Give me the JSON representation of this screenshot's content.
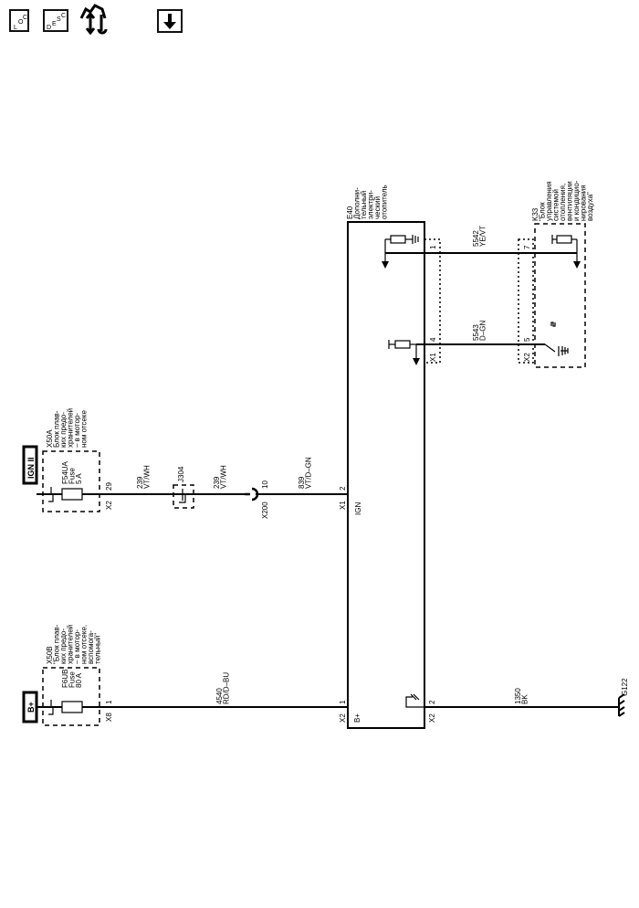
{
  "toolbar": {
    "loc_button": {
      "icon": "loc-icon",
      "letters": [
        "L",
        "O",
        "C"
      ]
    },
    "desc_button": {
      "icon": "desc-icon",
      "letters": [
        "D",
        "E",
        "S",
        "C"
      ]
    },
    "map_button": {
      "icon": "map-tool-icon"
    },
    "download_button": {
      "icon": "down-arrow-icon"
    }
  },
  "diagram": {
    "power_bplus": "B+",
    "power_ign2": "IGN II",
    "x50b": {
      "lines": [
        "X50B",
        "\"Блок плав-",
        "ких предо-",
        "хранителей",
        "– в мотор-",
        "ном отсеке,",
        "вспомога-",
        "тельный\""
      ]
    },
    "x50a": {
      "lines": [
        "X50A",
        "Блок плав-",
        "ких предо-",
        "хранителей",
        "– в мотор-",
        "ном отсеке"
      ]
    },
    "f6ub": {
      "lines": [
        "F6UB",
        "Fuse",
        "80 A"
      ]
    },
    "f54ua": {
      "lines": [
        "F54UA",
        "Fuse",
        "5 A"
      ]
    },
    "x8": "X8",
    "x8_pin": "1",
    "x2a": "X2",
    "x2a_pin": "29",
    "wire_4540": {
      "lines": [
        "4540",
        "RD/D–BU"
      ]
    },
    "wire_239a": {
      "lines": [
        "239",
        "VT/WH"
      ]
    },
    "j304": "J304",
    "wire_239b": {
      "lines": [
        "239",
        "VT/WH"
      ]
    },
    "x200": "X200",
    "x200_pin": "10",
    "wire_839": {
      "lines": [
        "839",
        "VT/D–GN"
      ]
    },
    "e40": {
      "lines": [
        "E40",
        "Дополни-",
        "тельный",
        "электри-",
        "ческий",
        "отопитель"
      ]
    },
    "e40_x1": "X1",
    "e40_x1_pin2": "2",
    "ign": "IGN",
    "e40_x2_left": "X2",
    "e40_x2_pin1": "1",
    "bplus_inside": "B+",
    "e40_x2_right": "X2",
    "e40_x2_pin2": "2",
    "wire_1350": {
      "lines": [
        "1350",
        "BK"
      ]
    },
    "g122": "G122",
    "x1_right": "X1",
    "x1_pin1": "1",
    "x1_pin4": "4",
    "wire_5542": {
      "lines": [
        "5542",
        "YE/VT"
      ]
    },
    "wire_5543": {
      "lines": [
        "5543",
        "D–GN"
      ]
    },
    "x2_right": "X2",
    "x2_pin7": "7",
    "x2_pin5": "5",
    "k33": {
      "lines": [
        "K33",
        "\"Блок",
        "управления",
        "системой",
        "отопления,",
        "вентиляции",
        "и кондицио-",
        "нирования",
        "воздуха\""
      ]
    }
  }
}
